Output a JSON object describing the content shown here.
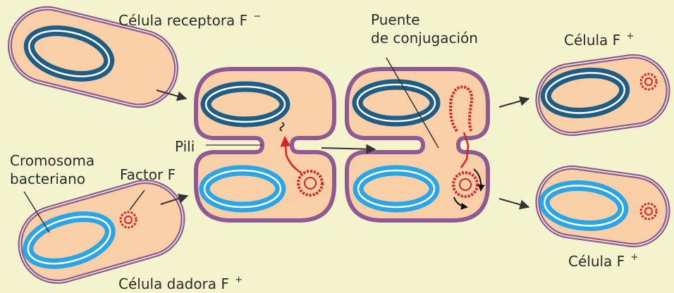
{
  "labels": {
    "receptora_text": "Célula receptora F",
    "receptora_sign": "−",
    "puente_line1": "Puente",
    "puente_line2": "de conjugación",
    "f_plus_top_text": "Célula F",
    "f_plus_top_sign": "+",
    "pili": "Pili",
    "cromosoma_line1": "Cromosoma",
    "cromosoma_line2": "bacteriano",
    "factor_f": "Factor F",
    "f_plus_bottom_text": "Célula F",
    "f_plus_bottom_sign": "+",
    "dadora_text": "Célula dadora F",
    "dadora_sign": "+"
  },
  "colors": {
    "background": "#f3f3ce",
    "cytoplasm": "#f8cfa6",
    "membrane": "#8f5a94",
    "chromosome_receptor": "#1f5d85",
    "chromosome_donor": "#2aa6e6",
    "plasmid": "#d8222c",
    "arrow": "#333333"
  }
}
